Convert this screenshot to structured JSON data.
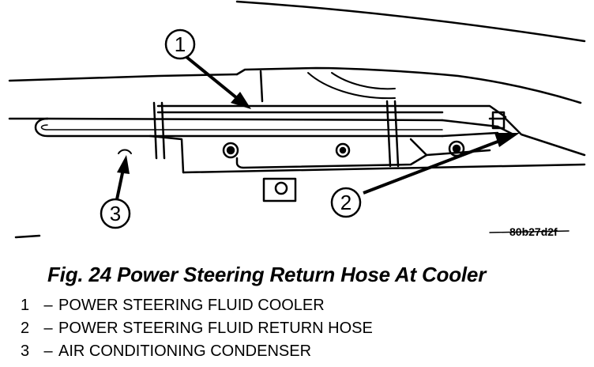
{
  "figure": {
    "callouts": [
      "1",
      "2",
      "3"
    ],
    "image_code": "80b27d2f"
  },
  "caption": "Fig. 24 Power Steering Return Hose At Cooler",
  "legend": [
    {
      "num": "1",
      "dash": "–",
      "text": "POWER STEERING FLUID COOLER"
    },
    {
      "num": "2",
      "dash": "–",
      "text": "POWER STEERING FLUID RETURN HOSE"
    },
    {
      "num": "3",
      "dash": "–",
      "text": "AIR CONDITIONING CONDENSER"
    }
  ]
}
